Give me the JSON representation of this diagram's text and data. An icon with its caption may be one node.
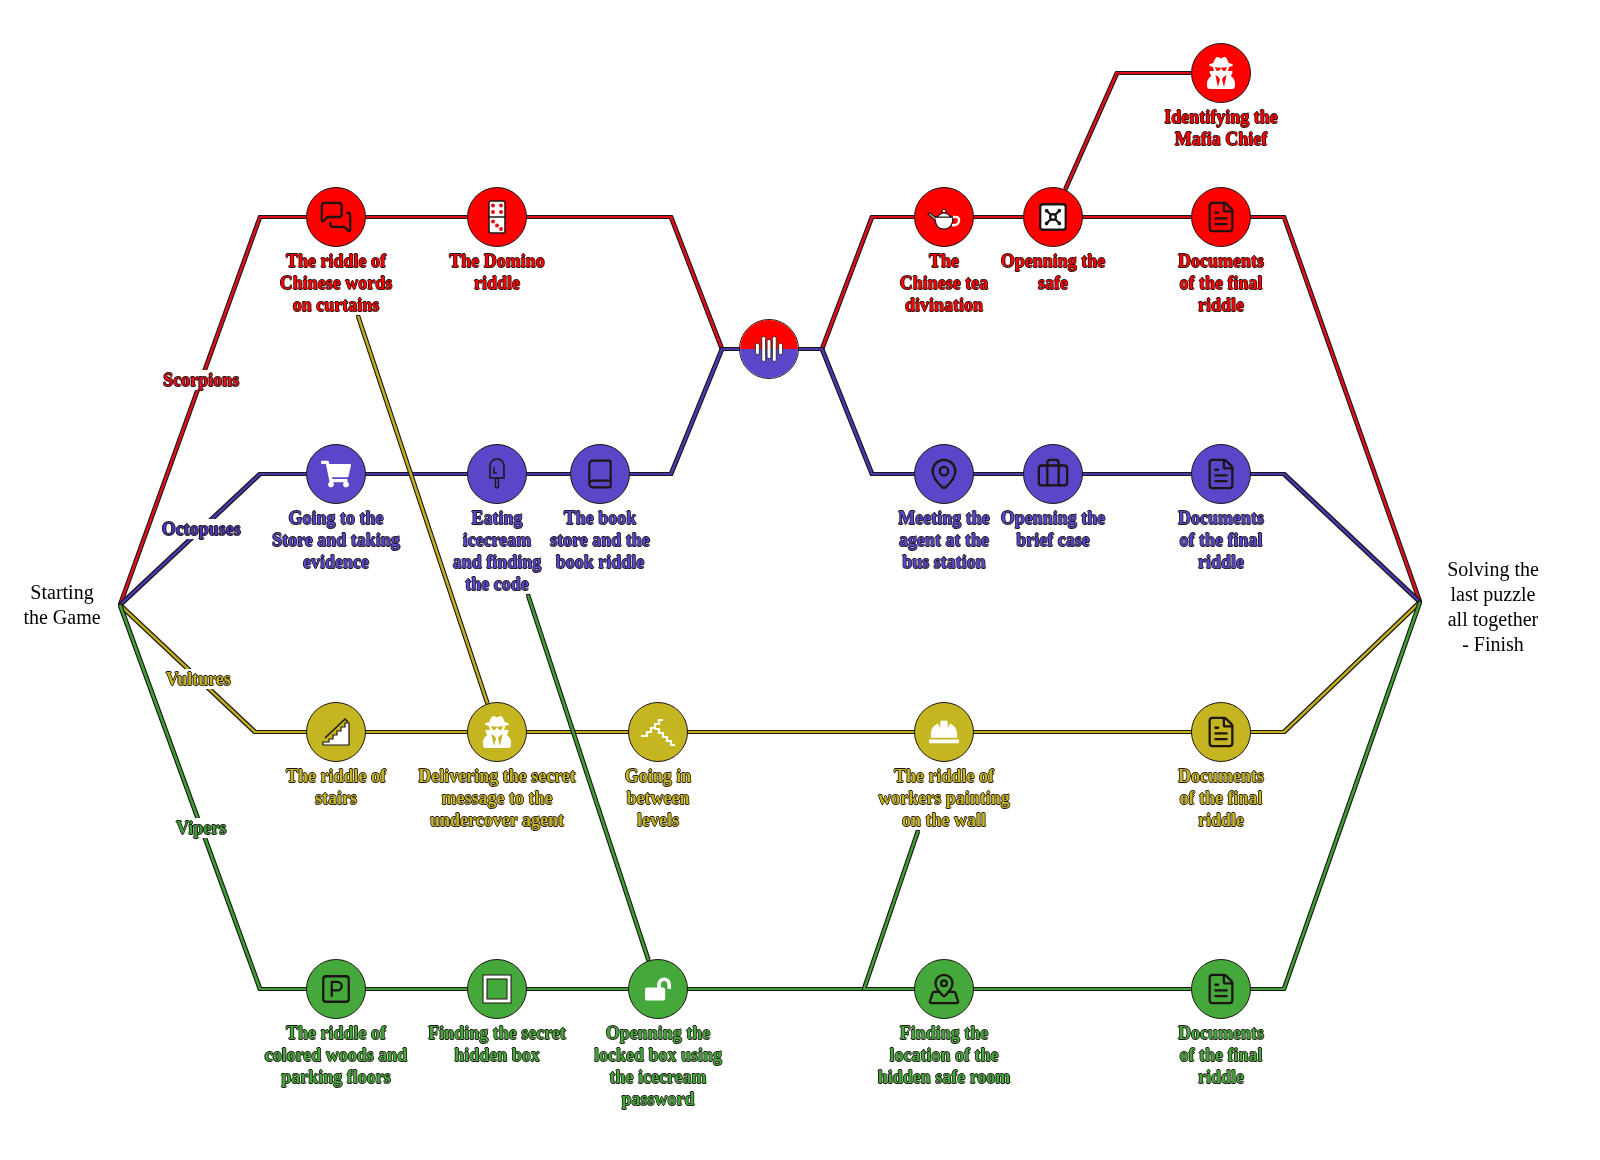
{
  "diagram": {
    "nodes": [
      {
        "text": [
          "Starting the Game"
        ]
      },
      {
        "text": [
          "The riddle of Chinese words on curtains"
        ]
      },
      {
        "text": [
          "The Domino riddle"
        ]
      },
      {
        "text": [],
        "shape": "circle"
      },
      {
        "text": [
          "The Chinese tea divination"
        ]
      },
      {
        "text": [
          "Openning the safe"
        ]
      },
      {
        "text": [
          "Identifying the Mafia Chief"
        ]
      },
      {
        "text": [
          "Documents of the final riddle"
        ]
      },
      {
        "text": [
          "Going to the Store and taking evidence"
        ]
      },
      {
        "text": [
          "Eating icecream and finding the code"
        ]
      },
      {
        "text": [
          "The book store and the book riddle"
        ]
      },
      {
        "text": [
          "Meeting the agent at the bus station"
        ]
      },
      {
        "text": [
          "Openning the brief case"
        ]
      },
      {
        "text": [
          "Documents of the final riddle"
        ]
      },
      {
        "text": [
          "The riddle of stairs"
        ]
      },
      {
        "text": [
          "Delivering the secret message to the undercover agent"
        ]
      },
      {
        "text": [
          "Going in between levels"
        ]
      },
      {
        "text": [
          "The riddle of workers painting on the wall"
        ]
      },
      {
        "text": [
          "Documents of the final riddle"
        ]
      },
      {
        "text": [
          "The riddle of colored woods and parking floors"
        ]
      },
      {
        "text": [
          "Finding the secret hidden box"
        ]
      },
      {
        "text": [
          "Openning the locked box using the icecream password"
        ]
      },
      {
        "text": [
          "Finding the location of the hidden safe room"
        ]
      },
      {
        "text": [
          "Documents of the final riddle"
        ]
      },
      {
        "text": [
          "Solving the last puzzle all together - Finish"
        ]
      }
    ],
    "edges": [
      {
        "from": 0,
        "to": 1,
        "arrow": "none",
        "label": "Scorpions",
        "color": "#e0101c"
      },
      {
        "from": 1,
        "to": 2,
        "arrow": "none",
        "color": "#e0101c"
      },
      {
        "from": 2,
        "to": 3,
        "arrow": "none",
        "color": "#e0101c"
      },
      {
        "from": 3,
        "to": 4,
        "arrow": "none",
        "color": "#e0101c"
      },
      {
        "from": 4,
        "to": 5,
        "arrow": "none",
        "color": "#e0101c"
      },
      {
        "from": 5,
        "to": 7,
        "arrow": "none",
        "color": "#e0101c"
      },
      {
        "from": 5,
        "to": 6,
        "arrow": "none",
        "color": "#e0101c"
      },
      {
        "from": 7,
        "to": 24,
        "arrow": "none",
        "color": "#e0101c"
      },
      {
        "from": 0,
        "to": 8,
        "arrow": "none",
        "label": "Octopuses",
        "color": "#4a39b0"
      },
      {
        "from": 8,
        "to": 9,
        "arrow": "none",
        "color": "#4a39b0"
      },
      {
        "from": 9,
        "to": 10,
        "arrow": "none",
        "color": "#4a39b0"
      },
      {
        "from": 10,
        "to": 3,
        "arrow": "none",
        "color": "#4a39b0"
      },
      {
        "from": 3,
        "to": 11,
        "arrow": "none",
        "color": "#4a39b0"
      },
      {
        "from": 11,
        "to": 12,
        "arrow": "none",
        "color": "#4a39b0"
      },
      {
        "from": 12,
        "to": 13,
        "arrow": "none",
        "color": "#4a39b0"
      },
      {
        "from": 13,
        "to": 24,
        "arrow": "none",
        "color": "#4a39b0"
      },
      {
        "from": 0,
        "to": 14,
        "arrow": "none",
        "label": "Vultures",
        "color": "#c2b11e"
      },
      {
        "from": 14,
        "to": 15,
        "arrow": "none",
        "color": "#c2b11e"
      },
      {
        "from": 15,
        "to": 16,
        "arrow": "none",
        "color": "#c2b11e"
      },
      {
        "from": 16,
        "to": 17,
        "arrow": "none",
        "color": "#c2b11e"
      },
      {
        "from": 17,
        "to": 18,
        "arrow": "none",
        "color": "#c2b11e"
      },
      {
        "from": 18,
        "to": 24,
        "arrow": "none",
        "color": "#c2b11e"
      },
      {
        "from": 0,
        "to": 19,
        "arrow": "none",
        "label": "Vipers",
        "color": "#3f9f36"
      },
      {
        "from": 19,
        "to": 20,
        "arrow": "none",
        "color": "#3f9f36"
      },
      {
        "from": 20,
        "to": 21,
        "arrow": "none",
        "color": "#3f9f36"
      },
      {
        "from": 21,
        "to": 22,
        "arrow": "none",
        "color": "#3f9f36"
      },
      {
        "from": 22,
        "to": 23,
        "arrow": "none",
        "color": "#3f9f36"
      },
      {
        "from": 23,
        "to": 24,
        "arrow": "none",
        "color": "#3f9f36"
      },
      {
        "from": 1,
        "to": 15,
        "arrow": "none",
        "color": "#c2b11e"
      },
      {
        "from": 9,
        "to": 21,
        "arrow": "none",
        "color": "#3f9f36"
      },
      {
        "from": 17,
        "to": 22,
        "arrow": "none",
        "color": "#3f9f36"
      }
    ]
  }
}
